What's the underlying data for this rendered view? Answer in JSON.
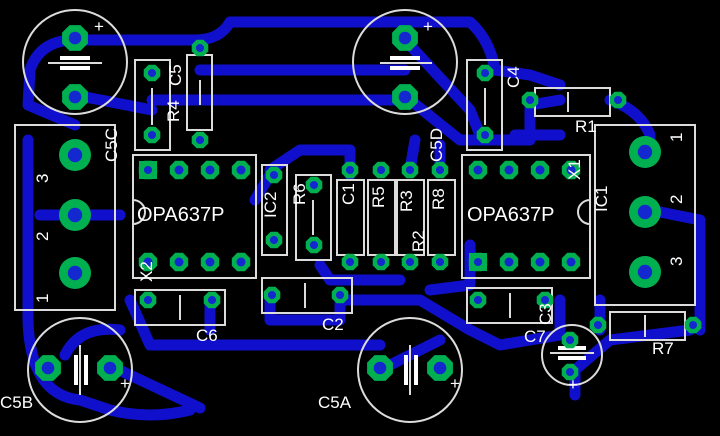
{
  "board": {
    "background": "#000000",
    "colors": {
      "trace": "#1010cc",
      "pad": "#00b050",
      "drill": "#1428d0",
      "silk": "#dcdcdc"
    }
  },
  "labels": {
    "c5c": "C5C",
    "c5": "C5",
    "r4": "R4",
    "c5d": "C5D",
    "c4": "C4",
    "r1": "R1",
    "x1": "X1",
    "ic1_right": "IC1",
    "ic2": "IC2",
    "opa_left": "OPA637P",
    "opa_right": "OPA637P",
    "x2": "X2",
    "r6": "R6",
    "c1": "C1",
    "r5": "R5",
    "r3": "R3",
    "r2": "R2",
    "r8": "R8",
    "c6": "C6",
    "c2": "C2",
    "c3": "C3",
    "c7": "C7",
    "r7": "R7",
    "c5a": "C5A",
    "c5b": "C5B",
    "plus": "+",
    "left_pins": [
      "3",
      "2",
      "1"
    ],
    "right_pins": [
      "1",
      "2",
      "3"
    ]
  }
}
